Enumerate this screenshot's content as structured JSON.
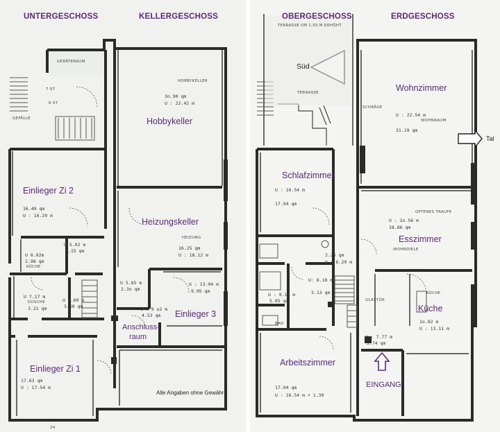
{
  "headers": {
    "untergeschoss": "UNTERGESCHOSS",
    "kellergeschoss": "KELLERGESCHOSS",
    "obergeschoss": "OBERGESCHOSS",
    "erdgeschoss": "ERDGESCHOSS"
  },
  "rooms_left": {
    "hobbykeller": "Hobbykeller",
    "einlieger_zi_2": "Einlieger Zi 2",
    "heizungskeller": "Heizungskeller",
    "einlieger_3": "Einlieger 3",
    "anschlussraum_line1": "Anschluss-",
    "anschlussraum_line2": "raum",
    "einlieger_zi_1": "Einlieger Zi 1"
  },
  "rooms_right": {
    "wohnzimmer": "Wohnzimmer",
    "schlafzimmer": "Schlafzimmer",
    "esszimmer": "Esszimmer",
    "kueche": "Küche",
    "arbeitszimmer": "Arbeitszimmer"
  },
  "markers": {
    "sued": "Süd",
    "tal": "Tal",
    "eingang": "EINGANG"
  },
  "notes": {
    "disclaimer": "Alle Angaben ohne Gewähr!"
  },
  "plan_text_left": {
    "geraeteraum": "GERÄTERAUM",
    "hobbykeller_caps": "HOBBYKELLER",
    "hobby_area": "3o.90 qm",
    "hobby_u": "U : 22.42 m",
    "zi2_area": "16.49 qm",
    "zi2_u": "U : 16.29 m",
    "heizung_caps": "HEIZUNG",
    "heiz_area": "16.25 qm",
    "heiz_u": "U : 18.12 m",
    "kl_area_a": "U 6.92m",
    "kl_area_b": "2.98 qm",
    "kl_area_c": "KÜCHE",
    "mid_a": "U 5.92 m",
    "mid_b": "2.15 qm",
    "u585": "U 5.85 m",
    "a230": "2.3o qm",
    "u1394": "U : 13.94 m",
    "a995": "9.95 qm",
    "dusche_u": "U 7.17 m",
    "dusche": "DUSCHE",
    "dusche_a": "3.21 qm",
    "flur_u": "U 8.60 m",
    "flur_a": "3.60 qm",
    "ansch_u": "U : 9 o2 m",
    "ansch_a": "4.53 qm",
    "zi1_area": "17.63 qm",
    "zi1_u": "U : 17.54 m",
    "stairs_a": "7 ST",
    "stairs_b": "6 ST",
    "gefaelle": "GEFÄLLE",
    "page_no": "24"
  },
  "plan_text_right": {
    "terrasse_top": "TERRASSE UM 1.50 M ERHÖHT",
    "terrasse": "TERRASSE",
    "schaufel": "SCHRÄGE",
    "wohn_u": "U : 22.54 m",
    "wohnraum": "WOHNRAUM",
    "wohn_a": "31.19 qm",
    "schlaf_u": "U : 16.54 m",
    "schlaf_a": "17.04 qm",
    "offenes": "OFFENES TRAUFE",
    "ess_u": "U : 2o.56 m",
    "ess_a": "18.86 qm",
    "wohndiele": "WOHNDIELE",
    "bad": "BAD",
    "c1": "2.26 qm",
    "c2": "U : 6.29 m",
    "c3": "U: 8.18 m",
    "c4": "3.13 qm",
    "c5": "U : 9.17 m",
    "c6": "5.05 qm",
    "glas": "GLASTÜR",
    "kueche_caps": "KÜCHE",
    "k_a": "1o.82 m",
    "k_u": "U : 13.11 m",
    "e_u": "U : 7.77 m",
    "e_a": "3.74 qm",
    "arb_a": "17.04 qm",
    "arb_u": "U : 16.54 m + 1.30"
  },
  "colors": {
    "label_purple": "#5a2a78",
    "wall_dark": "#2a2a2a",
    "sheet_bg": "#f1f1ef"
  }
}
